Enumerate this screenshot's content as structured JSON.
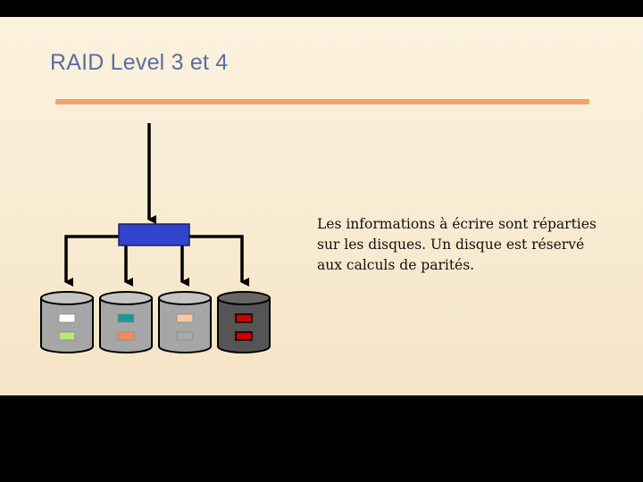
{
  "slide": {
    "title": "RAID Level 3 et 4",
    "description_lines": [
      "Les informations à écrire sont réparties",
      "sur les disques. Un disque est réservé",
      "aux calculs de parités."
    ]
  },
  "colors": {
    "title": "#5a6fa0",
    "rule": "#f4a26c",
    "controller": "#3344cc",
    "data_disk": "#a6a6a6",
    "parity_disk": "#555555"
  },
  "disks": [
    {
      "kind": "data",
      "blocks": [
        "#ffffff",
        "#b8e67a"
      ]
    },
    {
      "kind": "data",
      "blocks": [
        "#1a9a96",
        "#f08c5a"
      ]
    },
    {
      "kind": "data",
      "blocks": [
        "#f7c9a0",
        "#a9a9a9"
      ]
    },
    {
      "kind": "parity",
      "blocks": [
        "#cc0000",
        "#cc0000"
      ]
    }
  ]
}
